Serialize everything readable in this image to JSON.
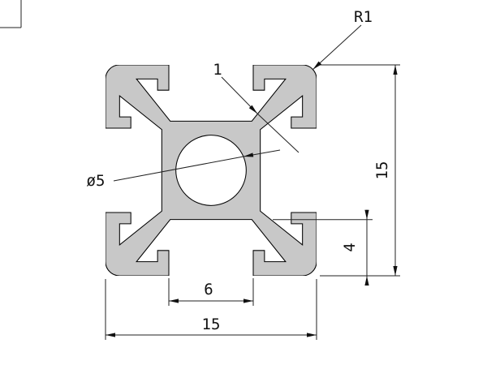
{
  "drawing": {
    "description": "aluminium-extrusion-profile-cross-section",
    "colors": {
      "profile_fill": "#c8c8c8",
      "line": "#222222",
      "background": "#ffffff"
    }
  },
  "dimensions": {
    "corner_radius": "R1",
    "lip_thickness": "1",
    "hole_diameter": "ø5",
    "overall_height": "15",
    "slot_depth": "4",
    "slot_opening": "6",
    "overall_width": "15"
  }
}
